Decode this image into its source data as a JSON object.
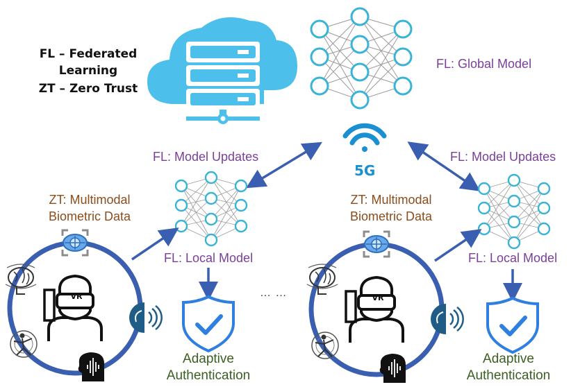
{
  "legend": {
    "fl_line1": "FL – Federated",
    "fl_line2": "Learning",
    "zt_line": "ZT – Zero Trust"
  },
  "global_model_label": "FL: Global Model",
  "network_label": "5G",
  "model_updates_label": "FL: Model Updates",
  "biometric_line1": "ZT: Multimodal",
  "biometric_line2": "Biometric Data",
  "local_model_label": "FL: Local Model",
  "headset_label": "VR",
  "auth_line1": "Adaptive",
  "auth_line2": "Authentication",
  "ellipsis": "… …",
  "colors": {
    "accent_blue": "#3b5fb0",
    "node_cyan": "#3ab4d6",
    "cloud_blue": "#4cc0ea",
    "purple": "#7a3f98",
    "brown": "#8a4d1c",
    "green": "#3b5e22"
  },
  "icons": [
    "cloud-server-icon",
    "neural-network-icon",
    "wifi-icon",
    "vr-user-icon",
    "face-scan-icon",
    "ear-sound-icon",
    "brain-icon",
    "body-motion-icon",
    "head-voice-icon",
    "shield-check-icon"
  ]
}
